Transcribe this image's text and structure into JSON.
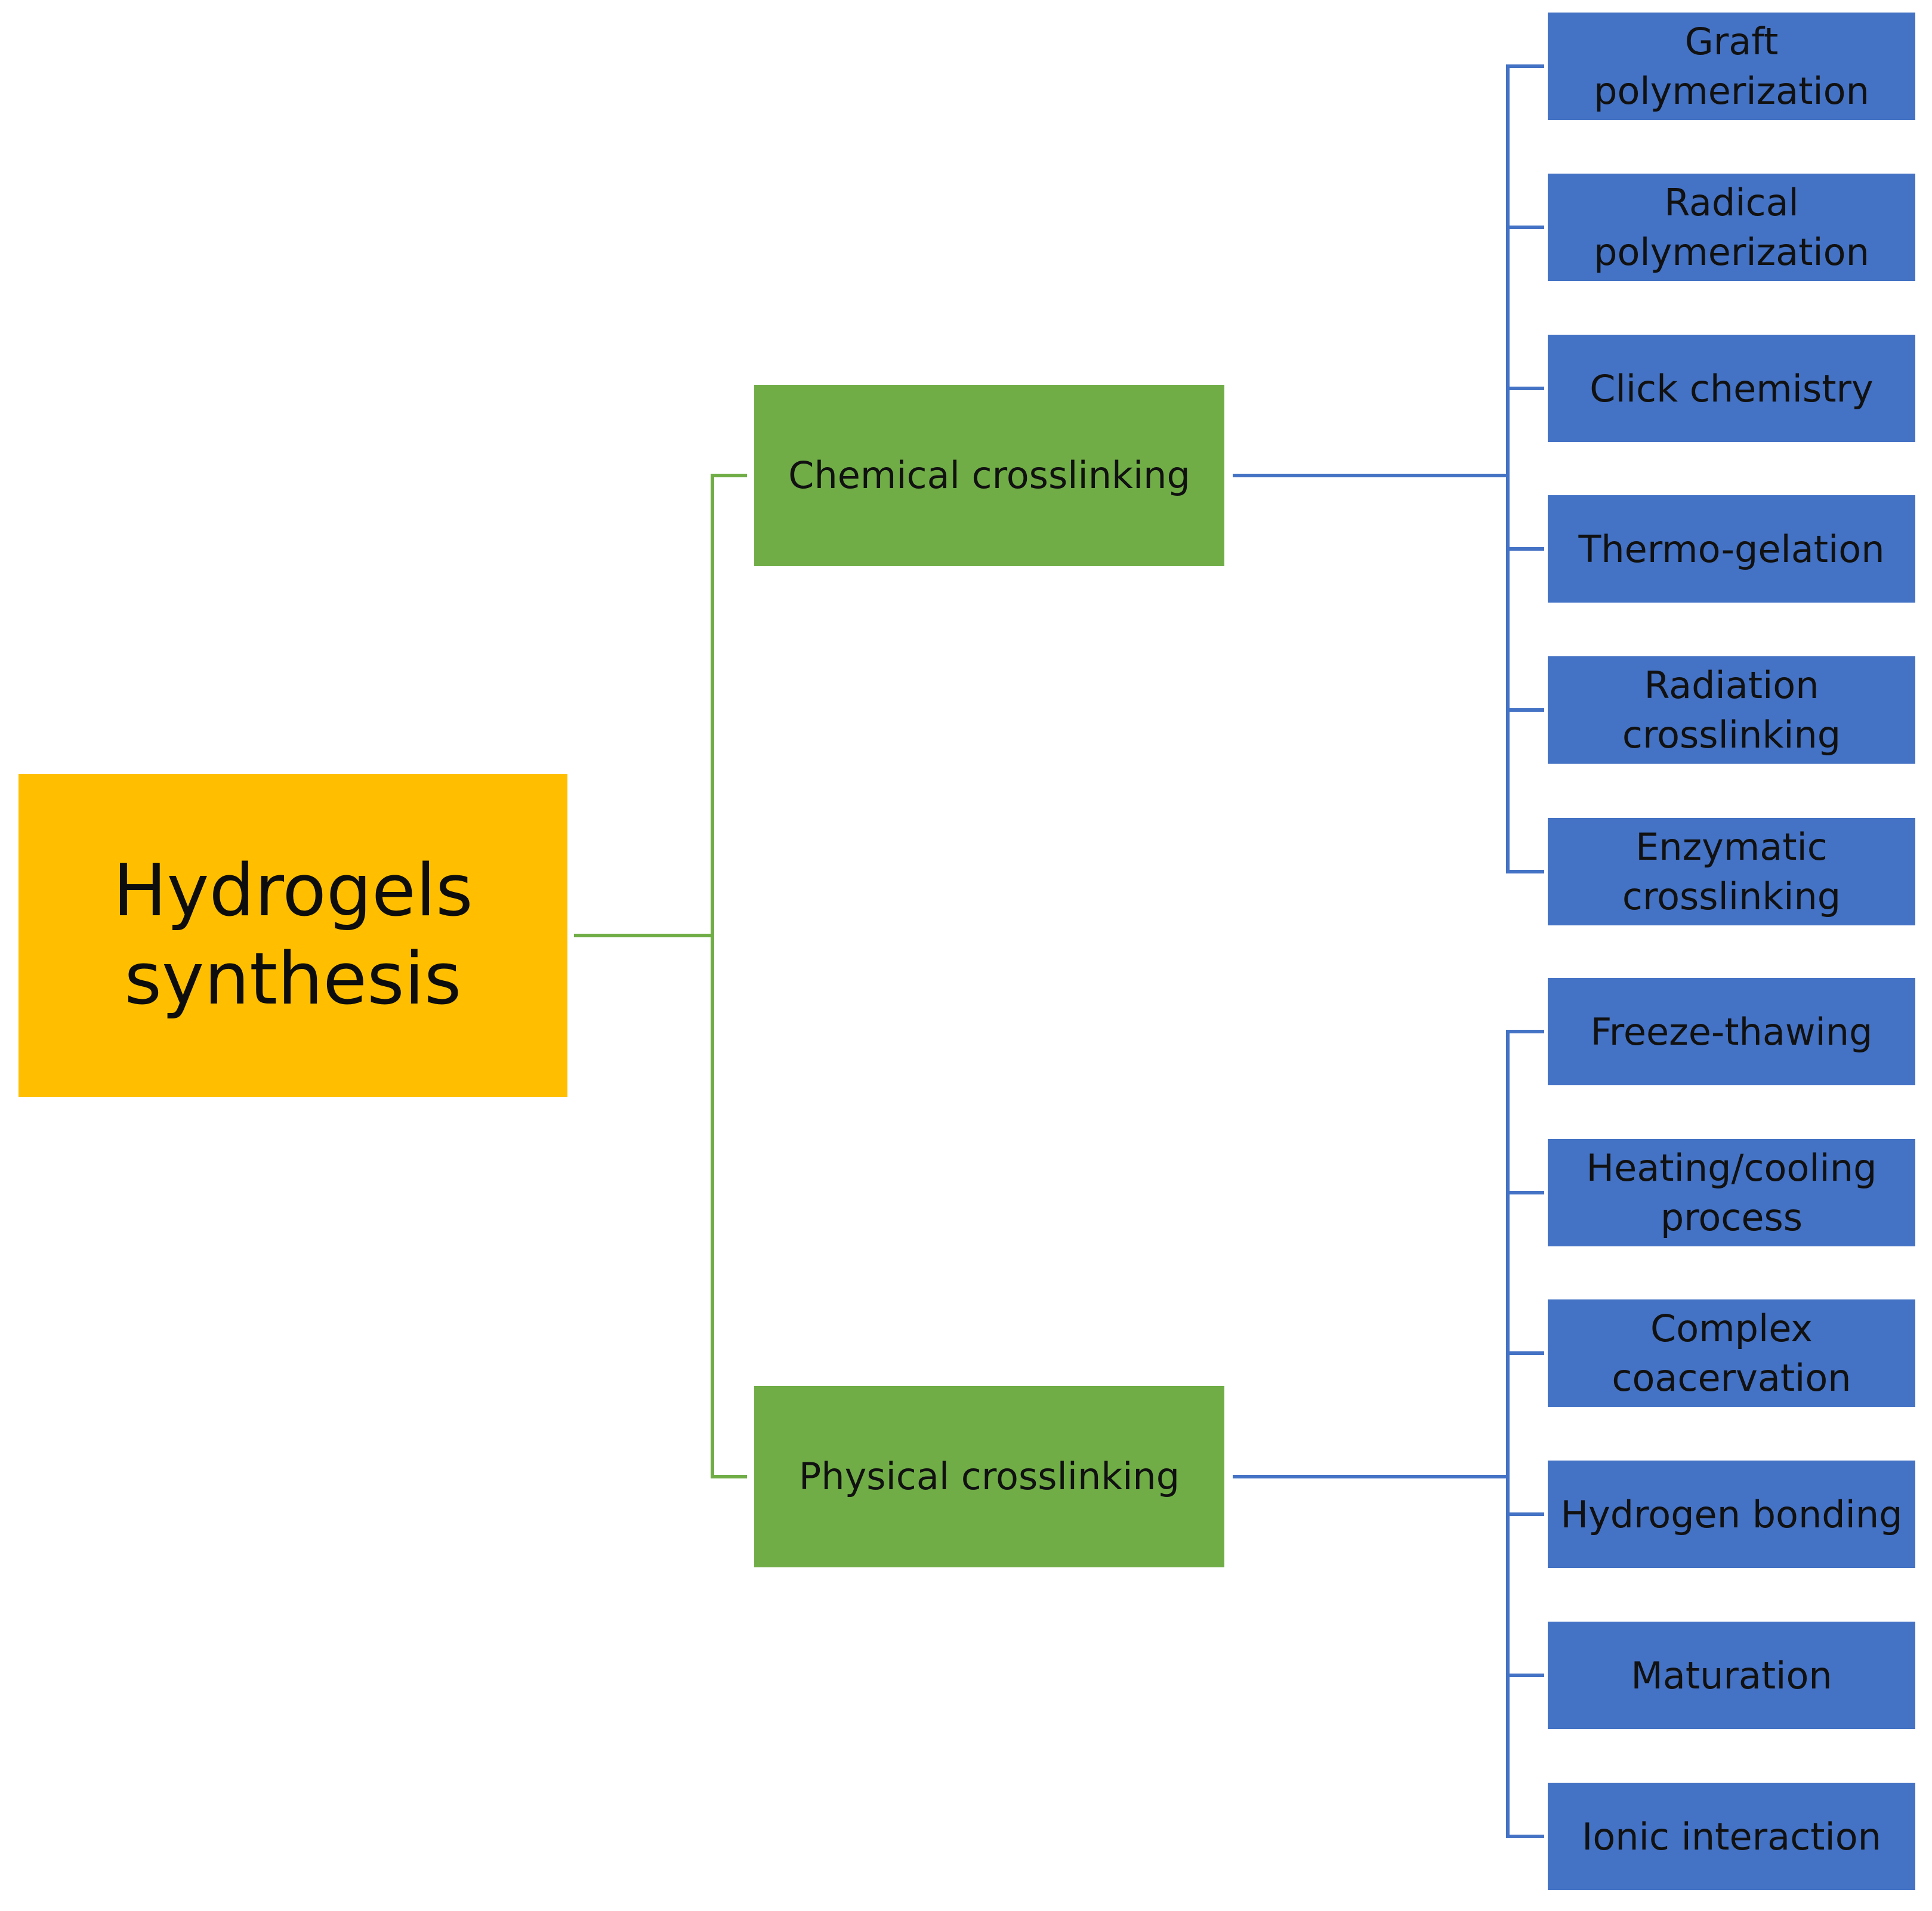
{
  "root": {
    "label": "Hydrogels\nsynthesis",
    "color": "#ffbf00"
  },
  "branches": [
    {
      "label": "Chemical crosslinking",
      "color": "#70ad47",
      "children": [
        "Graft\npolymerization",
        "Radical\npolymerization",
        "Click chemistry",
        "Thermo-gelation",
        "Radiation\ncrosslinking",
        "Enzymatic\ncrosslinking"
      ]
    },
    {
      "label": "Physical crosslinking",
      "color": "#70ad47",
      "children": [
        "Freeze-thawing",
        "Heating/cooling\nprocess",
        "Complex\ncoacervation",
        "Hydrogen bonding",
        "Maturation",
        "Ionic interaction"
      ]
    }
  ],
  "colors": {
    "leaf_fill": "#4472c4",
    "root_connector": "#70ad47",
    "leaf_connector": "#4472c4"
  }
}
